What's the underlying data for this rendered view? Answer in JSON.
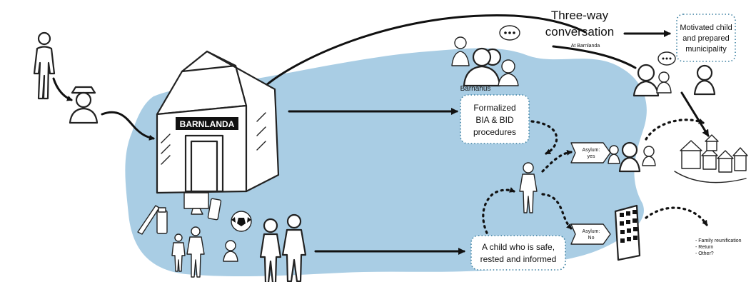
{
  "colors": {
    "blob_fill": "#a9cde4",
    "ink": "#111111",
    "box_border": "#3a7fa0"
  },
  "labels": {
    "building_sign": "BARNLANDA",
    "three_way_line1": "Three-way",
    "three_way_line2": "conversation",
    "at_barnlanda": "At Barnlanda",
    "motivated_line1": "Motivated child",
    "motivated_line2": "and prepared",
    "motivated_line3": "municipality",
    "barnahus": "Barnahus",
    "formalized_line1": "Formalized",
    "formalized_line2": "BIA & BID",
    "formalized_line3": "procedures",
    "asylum_yes_line1": "Asylum:",
    "asylum_yes_line2": "yes",
    "asylum_no_line1": "Asylum:",
    "asylum_no_line2": "No",
    "child_safe_line1": "A child who is safe,",
    "child_safe_line2": "rested and informed",
    "outcome_1": "- Family reunification",
    "outcome_2": "- Return",
    "outcome_3": "- Other?"
  },
  "icons": [
    "person-icon",
    "police-officer-icon",
    "barnlanda-building-icon",
    "speech-bubble-icon",
    "toothbrush-icon",
    "computer-icon",
    "phone-icon",
    "soccer-ball-icon",
    "family-icon",
    "apartment-building-icon",
    "town-icon"
  ]
}
